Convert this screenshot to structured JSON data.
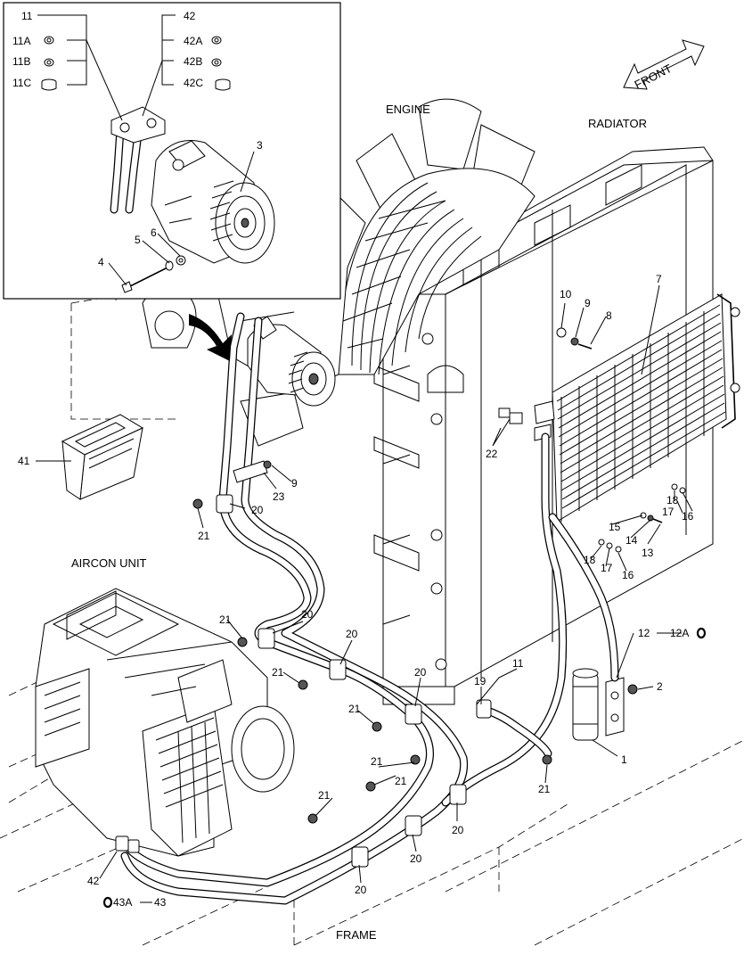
{
  "captions": {
    "engine": "ENGINE",
    "radiator": "RADIATOR",
    "front": "FRONT",
    "aircon_unit": "AIRCON UNIT",
    "frame": "FRAME"
  },
  "inset_labels": {
    "p11": "11",
    "p11a": "11A",
    "p11b": "11B",
    "p11c": "11C",
    "p42": "42",
    "p42a": "42A",
    "p42b": "42B",
    "p42c": "42C",
    "p3": "3",
    "p4": "4",
    "p5": "5",
    "p6": "6"
  },
  "callouts": {
    "c10": "10",
    "c9a": "9",
    "c8": "8",
    "c7": "7",
    "c22": "22",
    "c41": "41",
    "c23": "23",
    "c9b": "9",
    "c20a": "20",
    "c21a": "21",
    "c18a": "18",
    "c17a": "17",
    "c16a": "16",
    "c15": "15",
    "c14": "14",
    "c13": "13",
    "c18b": "18",
    "c17b": "17",
    "c16b": "16",
    "c12": "12",
    "c12a": "12A",
    "c2": "2",
    "c1": "1",
    "c11": "11",
    "c19": "19",
    "c21b": "21",
    "c20b": "20",
    "c20c": "20",
    "c21c": "21",
    "c20d": "20",
    "c21d": "21",
    "c21e": "21",
    "c21f": "21",
    "c21g": "21",
    "c21h": "21",
    "c20e": "20",
    "c20f": "20",
    "c20g": "20",
    "c42": "42",
    "c43a": "43A",
    "c43": "43"
  }
}
